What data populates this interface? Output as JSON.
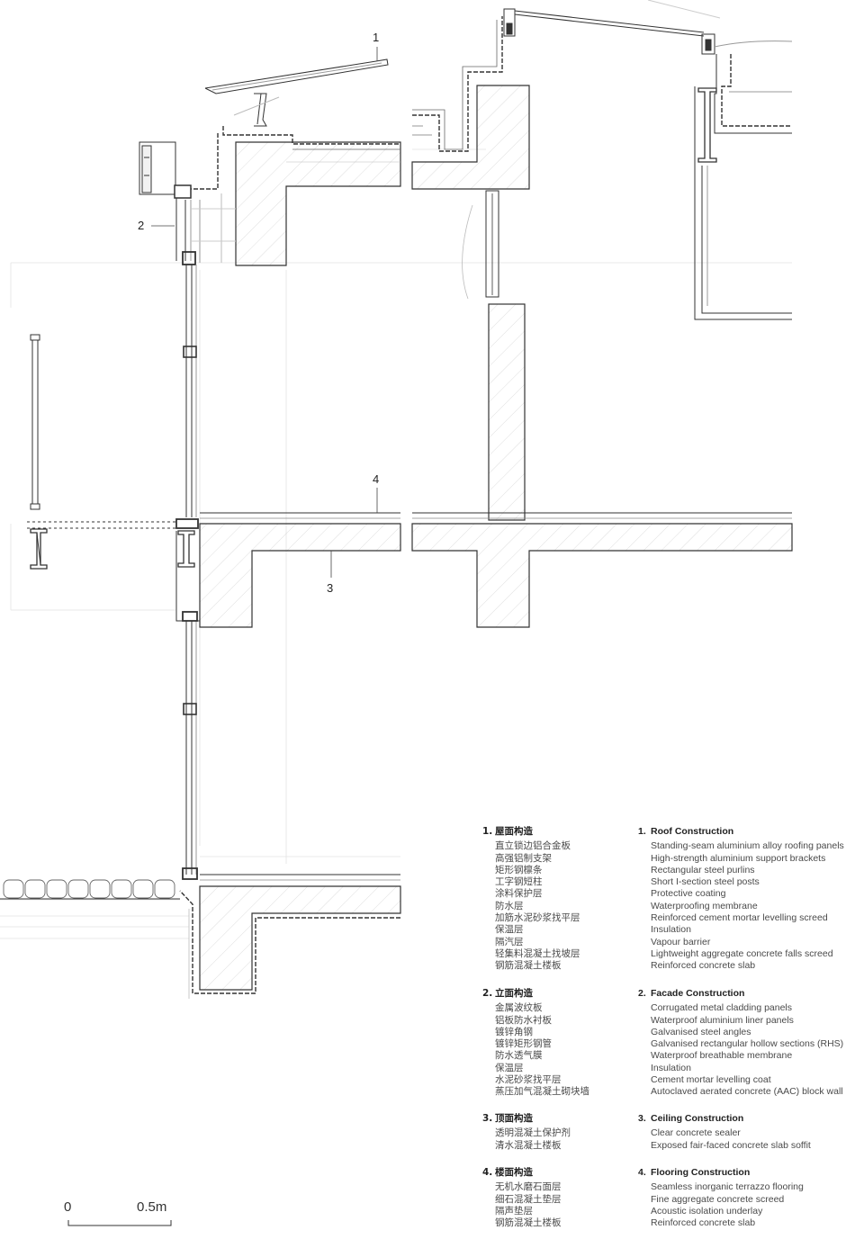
{
  "callouts": [
    "1",
    "2",
    "3",
    "4"
  ],
  "scale_bar": {
    "start_label": "0",
    "end_label": "0.5m"
  },
  "legend": {
    "sections": [
      {
        "num": "1.",
        "title_cn": "屋面构造",
        "title_en": "Roof Construction",
        "items_cn": [
          "直立锁边铝合金板",
          "高强铝制支架",
          "矩形钢檩条",
          "工字钢短柱",
          "涂料保护层",
          "防水层",
          "加筋水泥砂浆找平层",
          "保温层",
          "隔汽层",
          "轻集料混凝土找坡层",
          "钢筋混凝土楼板"
        ],
        "items_en": [
          "Standing-seam aluminium alloy roofing panels",
          "High-strength aluminium support brackets",
          "Rectangular steel purlins",
          "Short I-section steel posts",
          "Protective coating",
          "Waterproofing membrane",
          "Reinforced cement mortar levelling screed",
          "Insulation",
          "Vapour barrier",
          "Lightweight aggregate concrete falls screed",
          "Reinforced concrete slab"
        ]
      },
      {
        "num": "2.",
        "title_cn": "立面构造",
        "title_en": "Facade Construction",
        "items_cn": [
          "金属波纹板",
          "铝板防水衬板",
          "镀锌角钢",
          "镀锌矩形钢管",
          "防水透气膜",
          "保温层",
          "水泥砂浆找平层",
          "蒸压加气混凝土砌块墙"
        ],
        "items_en": [
          "Corrugated metal cladding panels",
          "Waterproof aluminium liner panels",
          "Galvanised steel angles",
          "Galvanised rectangular hollow sections (RHS)",
          "Waterproof breathable membrane",
          "Insulation",
          "Cement mortar levelling coat",
          "Autoclaved aerated concrete (AAC) block wall"
        ]
      },
      {
        "num": "3.",
        "title_cn": "顶面构造",
        "title_en": "Ceiling Construction",
        "items_cn": [
          "透明混凝土保护剂",
          "清水混凝土楼板"
        ],
        "items_en": [
          "Clear concrete sealer",
          "Exposed fair-faced concrete slab soffit"
        ]
      },
      {
        "num": "4.",
        "title_cn": "楼面构造",
        "title_en": "Flooring Construction",
        "items_cn": [
          "无机水磨石面层",
          "细石混凝土垫层",
          "隔声垫层",
          "钢筋混凝土楼板"
        ],
        "items_en": [
          "Seamless inorganic terrazzo flooring",
          "Fine aggregate concrete screed",
          "Acoustic isolation underlay",
          "Reinforced concrete slab"
        ]
      }
    ]
  }
}
